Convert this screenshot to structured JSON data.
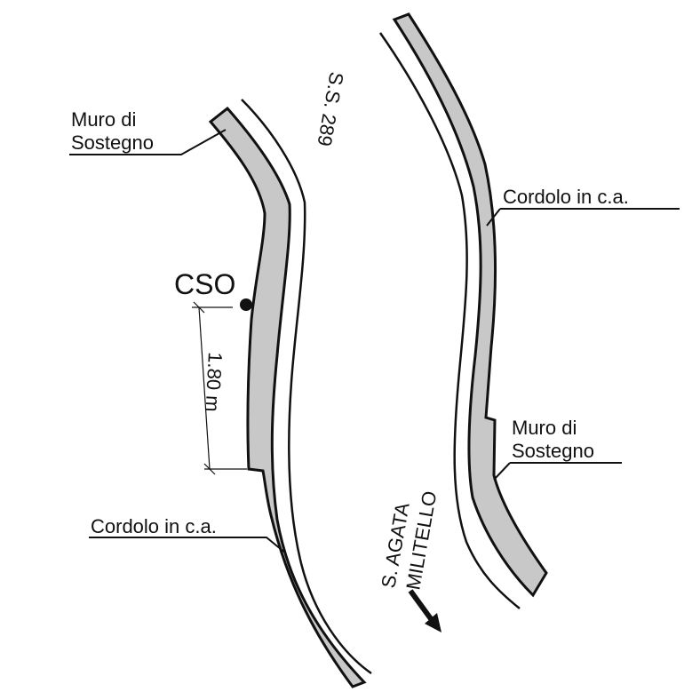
{
  "labels": {
    "muro_left": [
      "Muro di",
      "Sostegno"
    ],
    "muro_right": [
      "Muro di",
      "Sostegno"
    ],
    "cordolo_left": "Cordolo in c.a.",
    "cordolo_right": "Cordolo in c.a.",
    "road": "S.S. 289",
    "point": "CSO",
    "dimension": "1.80 m",
    "direction": [
      "S. AGATA",
      "MILITELLO"
    ]
  },
  "colors": {
    "wall_fill": "#c8c8c8",
    "line": "#111111"
  }
}
